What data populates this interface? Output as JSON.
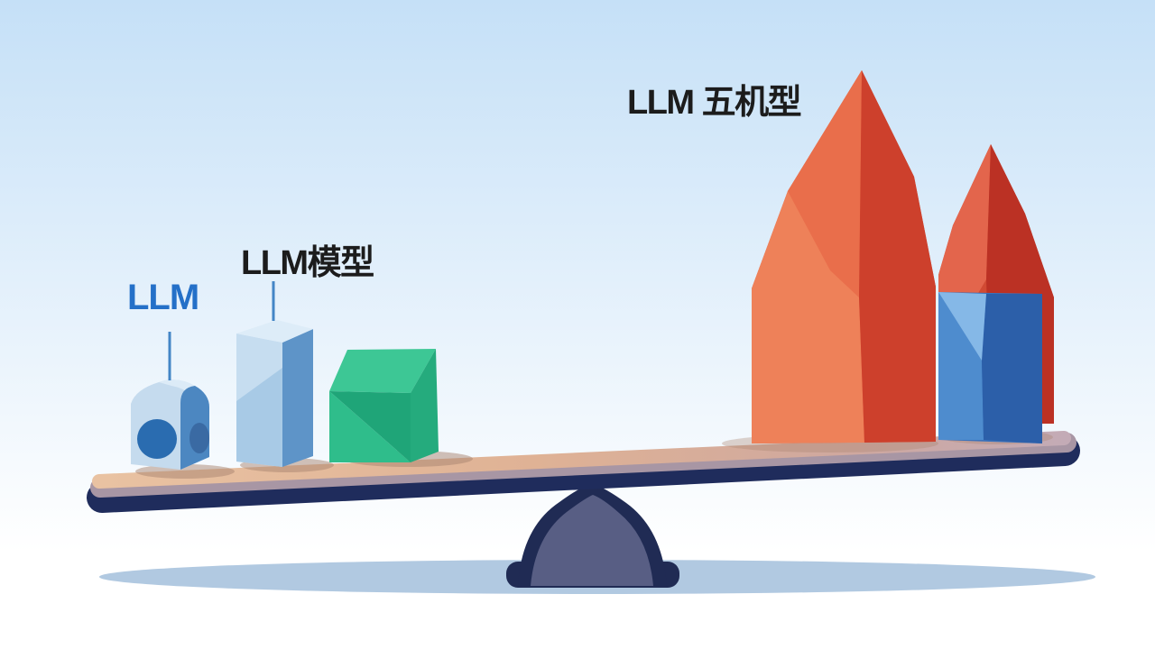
{
  "labels": {
    "small": "LLM",
    "medium": "LLM模型",
    "large": "LLM 五机型"
  },
  "colors": {
    "bg_top": "#c5e0f7",
    "bg_bottom": "#ffffff",
    "ground_shadow": "#a9c3de",
    "plank_tan_1": "#e9c2a2",
    "plank_tan_2": "#dfb295",
    "plank_tan_3": "#cfa89f",
    "plank_tan_4": "#c3abb6",
    "plank_bevel": "#a896a4",
    "plank_side": "#1f2c5c",
    "fulcrum_dark": "#202b54",
    "fulcrum_fill": "#585e84",
    "contact_shadow": "#a8836f",
    "pointer_line": "#4486c6",
    "label_blue": "#2470c8",
    "label_black": "#1c1c1c",
    "dome_front": "#c5dbee",
    "dome_top_light": "#dcebf7",
    "dome_side": "#4c87c1",
    "dome_circle": "#2a6cb0",
    "dome_side_ellipse": "#3a6aa3",
    "prism1_top": "#ddecf8",
    "prism1_front": "#c6ddf0",
    "prism1_front_shade": "#a8cae6",
    "prism1_side": "#5e94c8",
    "cube_top": "#3dc795",
    "cube_front_light": "#2fbd8b",
    "cube_front_dark": "#1fa578",
    "cube_side": "#25ab7d",
    "crystal_base": "#e25b3e",
    "crystal_light": "#ee8159",
    "crystal_facet": "#e96e4b",
    "crystal_dark": "#cd402c",
    "crystal2_light": "#e3654c",
    "crystal2_mid": "#d14a33",
    "crystal2_dark": "#bb3124",
    "prism2_base": "#3a72bc",
    "prism2_light": "#85b8e7",
    "prism2_left": "#4e8cce",
    "prism2_right": "#2c5fa9"
  }
}
